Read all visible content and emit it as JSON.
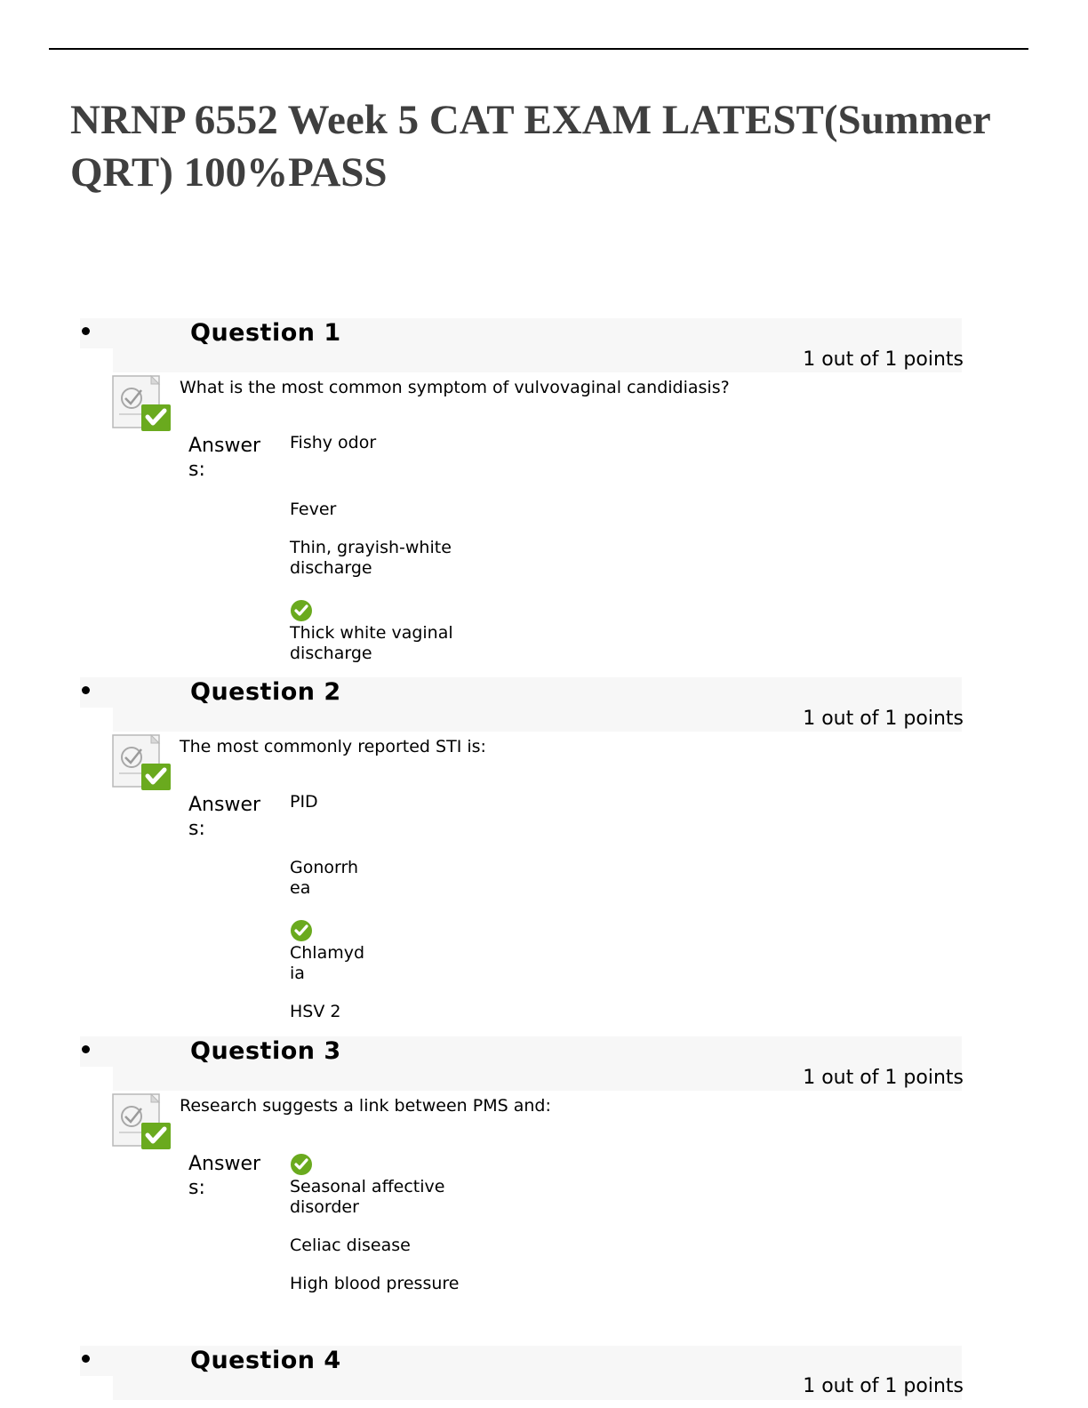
{
  "document": {
    "title": "NRNP 6552 Week 5 CAT EXAM LATEST(Summer QRT) 100%PASS"
  },
  "labels": {
    "answers": "Answers:"
  },
  "colors": {
    "header_band": "#f7f7f7",
    "title_text": "#3f3f3f",
    "correct_green": "#6aaa1e"
  },
  "questions": [
    {
      "title": "Question 1",
      "points": "1 out of 1 points",
      "status_icon": "graded-correct-icon",
      "text": "What is the most common symptom of vulvovaginal candidiasis?",
      "answers": [
        {
          "text": "Fishy odor",
          "correct": false
        },
        {
          "text": "Fever",
          "correct": false
        },
        {
          "text": "Thin, grayish-white discharge",
          "correct": false
        },
        {
          "text": "Thick white vaginal discharge",
          "correct": true
        }
      ]
    },
    {
      "title": "Question 2",
      "points": "1 out of 1 points",
      "status_icon": "graded-correct-icon",
      "text": "The most commonly reported STI is:",
      "answers": [
        {
          "text": "PID",
          "correct": false
        },
        {
          "text": "Gonorrhea",
          "correct": false
        },
        {
          "text": "Chlamydia",
          "correct": true
        },
        {
          "text": "HSV 2",
          "correct": false
        }
      ]
    },
    {
      "title": "Question 3",
      "points": "1 out of 1 points",
      "status_icon": "graded-correct-icon",
      "text": "Research suggests a link between PMS and:",
      "answers": [
        {
          "text": "Seasonal affective disorder",
          "correct": true
        },
        {
          "text": "Celiac disease",
          "correct": false
        },
        {
          "text": "High blood pressure",
          "correct": false
        }
      ]
    },
    {
      "title": "Question 4",
      "points": "1 out of 1 points"
    }
  ]
}
